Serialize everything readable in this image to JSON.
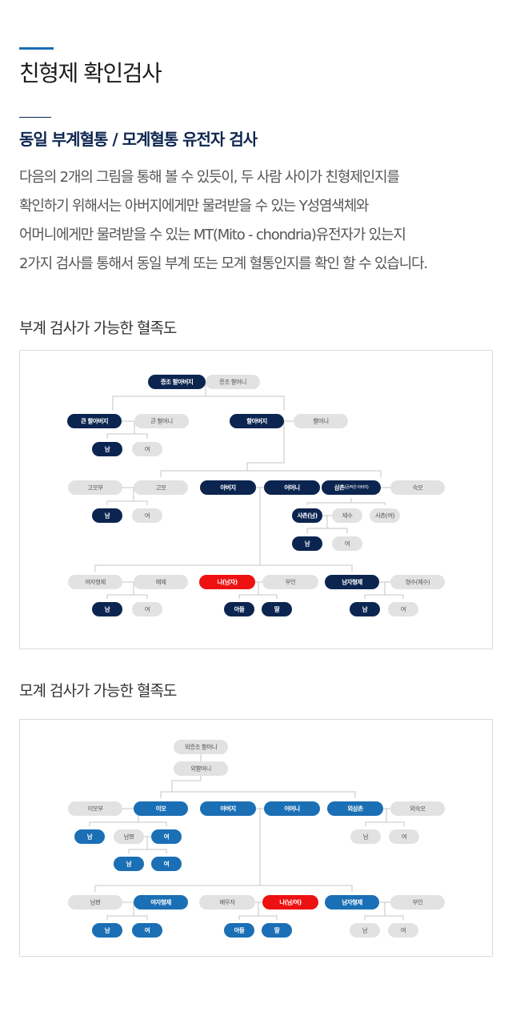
{
  "page": {
    "title": "친형제 확인검사",
    "subtitle": "동일 부계혈통 / 모계혈통 유전자 검사",
    "description": [
      "다음의 2개의 그림을 통해 볼 수 있듯이, 두 사람 사이가 친형제인지를",
      "확인하기 위해서는 아버지에게만 물려받을 수 있는 Y성염색체와",
      "어머니에게만 물려받을 수 있는 MT(Mito - chondria)유전자가 있는지",
      "2가지 검사를 통해서 동일 부계 또는 모계 혈통인지를 확인 할 수 있습니다."
    ]
  },
  "colors": {
    "navy": "#0c2550",
    "blue": "#1a6fb5",
    "red": "#ee1111",
    "gray": "#e2e2e2",
    "gray_text": "#555555",
    "line": "#c4c4c4"
  },
  "paternal": {
    "title": "부계 검사가 가능한 혈족도",
    "nodes": [
      {
        "id": "pgf",
        "label": "증조 할아버지",
        "style": "navy"
      },
      {
        "id": "pgm",
        "label": "증조 할머니",
        "style": "gray"
      },
      {
        "id": "kgf",
        "label": "큰 할아버지",
        "style": "navy"
      },
      {
        "id": "kgm",
        "label": "큰 할머니",
        "style": "gray"
      },
      {
        "id": "gf",
        "label": "할아버지",
        "style": "navy"
      },
      {
        "id": "gm",
        "label": "할머니",
        "style": "gray"
      },
      {
        "id": "c1m",
        "label": "남",
        "style": "navy"
      },
      {
        "id": "c1f",
        "label": "여",
        "style": "gray"
      },
      {
        "id": "gomobu",
        "label": "고모부",
        "style": "gray"
      },
      {
        "id": "gomo",
        "label": "고모",
        "style": "gray"
      },
      {
        "id": "father",
        "label": "아버지",
        "style": "navy"
      },
      {
        "id": "mother",
        "label": "어머니",
        "style": "navy"
      },
      {
        "id": "uncle",
        "label": "삼촌",
        "sub": "(큰/작은 아버지)",
        "style": "navy"
      },
      {
        "id": "aunt",
        "label": "숙모",
        "style": "gray"
      },
      {
        "id": "c2m",
        "label": "남",
        "style": "navy"
      },
      {
        "id": "c2f",
        "label": "여",
        "style": "gray"
      },
      {
        "id": "cousin",
        "label": "사촌(남)",
        "style": "navy"
      },
      {
        "id": "jesu",
        "label": "제수",
        "style": "gray"
      },
      {
        "id": "cousinf",
        "label": "사촌(여)",
        "style": "gray"
      },
      {
        "id": "c3m",
        "label": "남",
        "style": "navy"
      },
      {
        "id": "c3f",
        "label": "여",
        "style": "gray"
      },
      {
        "id": "sister",
        "label": "여자형제",
        "style": "gray"
      },
      {
        "id": "maeje",
        "label": "매제",
        "style": "gray"
      },
      {
        "id": "me",
        "label": "나(남자)",
        "style": "red"
      },
      {
        "id": "wife",
        "label": "부인",
        "style": "gray"
      },
      {
        "id": "brother",
        "label": "남자형제",
        "style": "navy"
      },
      {
        "id": "sil",
        "label": "형수(제수)",
        "style": "gray"
      },
      {
        "id": "c4m",
        "label": "남",
        "style": "navy"
      },
      {
        "id": "c4f",
        "label": "여",
        "style": "gray"
      },
      {
        "id": "son",
        "label": "아들",
        "style": "navy"
      },
      {
        "id": "daughter",
        "label": "딸",
        "style": "navy"
      },
      {
        "id": "c5m",
        "label": "남",
        "style": "navy"
      },
      {
        "id": "c5f",
        "label": "여",
        "style": "gray"
      }
    ]
  },
  "maternal": {
    "title": "모계 검사가 가능한 혈족도",
    "nodes": [
      {
        "id": "mggm",
        "label": "외증조 할머니",
        "style": "gray"
      },
      {
        "id": "mgm",
        "label": "외할머니",
        "style": "gray"
      },
      {
        "id": "imobu",
        "label": "이모부",
        "style": "gray"
      },
      {
        "id": "imo",
        "label": "이모",
        "style": "blue"
      },
      {
        "id": "father",
        "label": "아버지",
        "style": "blue"
      },
      {
        "id": "mother",
        "label": "어머니",
        "style": "blue"
      },
      {
        "id": "wuncle",
        "label": "외삼촌",
        "style": "blue"
      },
      {
        "id": "waunt",
        "label": "외숙모",
        "style": "gray"
      },
      {
        "id": "c1m",
        "label": "남",
        "style": "blue"
      },
      {
        "id": "husb",
        "label": "남편",
        "style": "gray"
      },
      {
        "id": "c1f",
        "label": "여",
        "style": "blue"
      },
      {
        "id": "c2m",
        "label": "남",
        "style": "blue"
      },
      {
        "id": "c2f",
        "label": "여",
        "style": "blue"
      },
      {
        "id": "c3m",
        "label": "남",
        "style": "gray"
      },
      {
        "id": "c3f",
        "label": "여",
        "style": "gray"
      },
      {
        "id": "husb2",
        "label": "남편",
        "style": "gray"
      },
      {
        "id": "sister",
        "label": "여자형제",
        "style": "blue"
      },
      {
        "id": "spouse",
        "label": "배우자",
        "style": "gray"
      },
      {
        "id": "me",
        "label": "나(남/여)",
        "style": "red"
      },
      {
        "id": "brother",
        "label": "남자형제",
        "style": "blue"
      },
      {
        "id": "wife",
        "label": "부인",
        "style": "gray"
      },
      {
        "id": "c4m",
        "label": "남",
        "style": "blue"
      },
      {
        "id": "c4f",
        "label": "여",
        "style": "blue"
      },
      {
        "id": "son",
        "label": "아들",
        "style": "blue"
      },
      {
        "id": "daughter",
        "label": "딸",
        "style": "blue"
      },
      {
        "id": "c5m",
        "label": "남",
        "style": "gray"
      },
      {
        "id": "c5f",
        "label": "여",
        "style": "gray"
      }
    ]
  }
}
